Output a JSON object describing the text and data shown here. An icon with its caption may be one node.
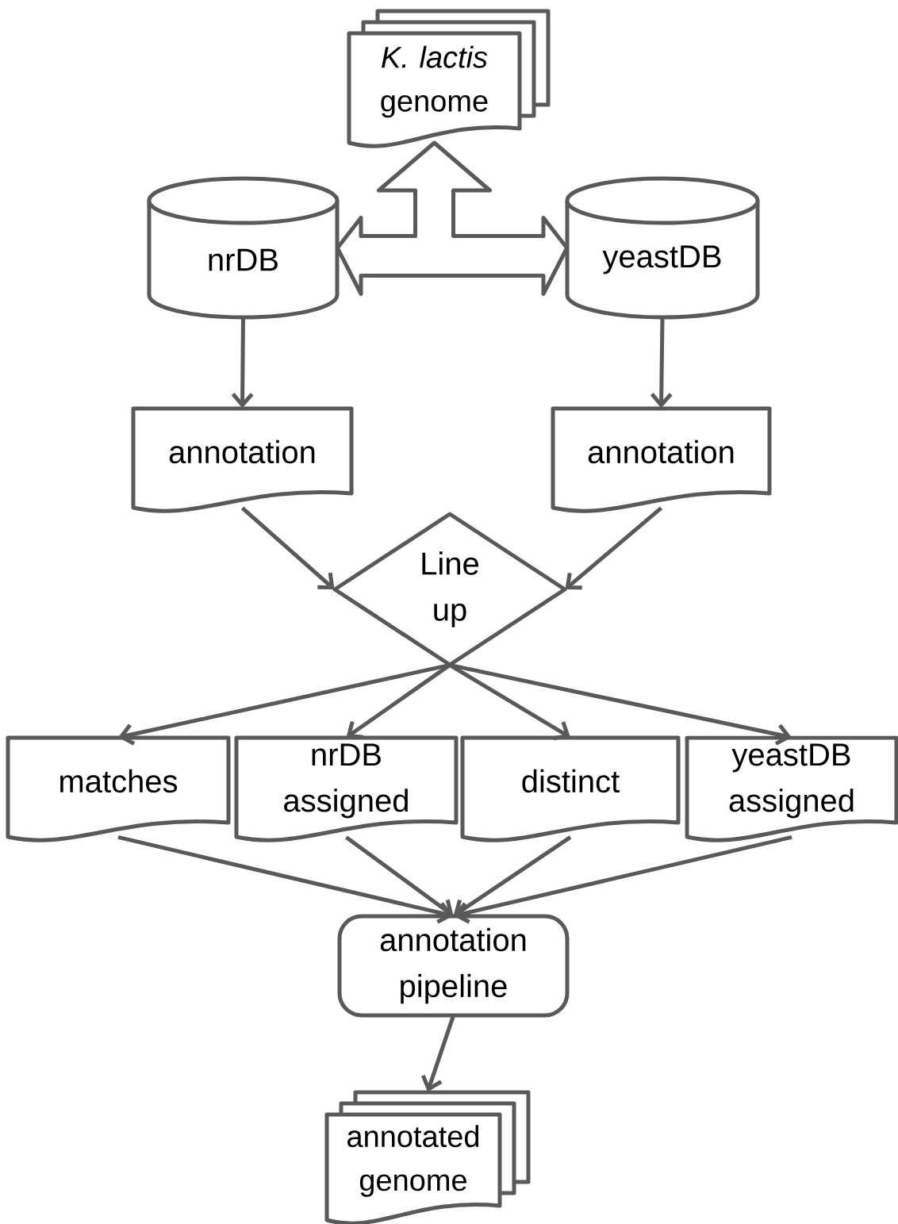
{
  "diagram": {
    "nodes": [
      {
        "text": [
          "*K. lactis* genome"
        ]
      },
      {
        "text": [
          "nrDB"
        ]
      },
      {
        "text": [
          "yeastDB"
        ]
      },
      {
        "text": [
          "annotation"
        ]
      },
      {
        "text": [
          "annotation"
        ]
      },
      {
        "text": [
          "Line up"
        ]
      },
      {
        "text": [
          "matches"
        ]
      },
      {
        "text": [
          "nrDB assigned"
        ]
      },
      {
        "text": [
          "distinct"
        ]
      },
      {
        "text": [
          "yeastDB assigned"
        ]
      },
      {
        "text": [
          "annotation pipeline"
        ]
      },
      {
        "text": [
          "annotated genome"
        ]
      }
    ],
    "edges": [
      {
        "from": 1,
        "to": 2,
        "arrow": "both",
        "style": "thick"
      },
      {
        "from": 1,
        "to": 0,
        "arrow": "both",
        "style": "thick"
      },
      {
        "from": 1,
        "to": 3,
        "arrow": "to"
      },
      {
        "from": 2,
        "to": 4,
        "arrow": "to"
      },
      {
        "from": 3,
        "to": 5,
        "arrow": "to"
      },
      {
        "from": 4,
        "to": 5,
        "arrow": "to"
      },
      {
        "from": 5,
        "to": 6,
        "arrow": "to"
      },
      {
        "from": 5,
        "to": 7,
        "arrow": "to"
      },
      {
        "from": 5,
        "to": 8,
        "arrow": "to"
      },
      {
        "from": 5,
        "to": 9,
        "arrow": "to"
      },
      {
        "from": 6,
        "to": 10,
        "arrow": "to"
      },
      {
        "from": 7,
        "to": 10,
        "arrow": "to"
      },
      {
        "from": 8,
        "to": 10,
        "arrow": "to"
      },
      {
        "from": 9,
        "to": 10,
        "arrow": "to"
      },
      {
        "from": 10,
        "to": 11,
        "arrow": "to"
      }
    ]
  }
}
